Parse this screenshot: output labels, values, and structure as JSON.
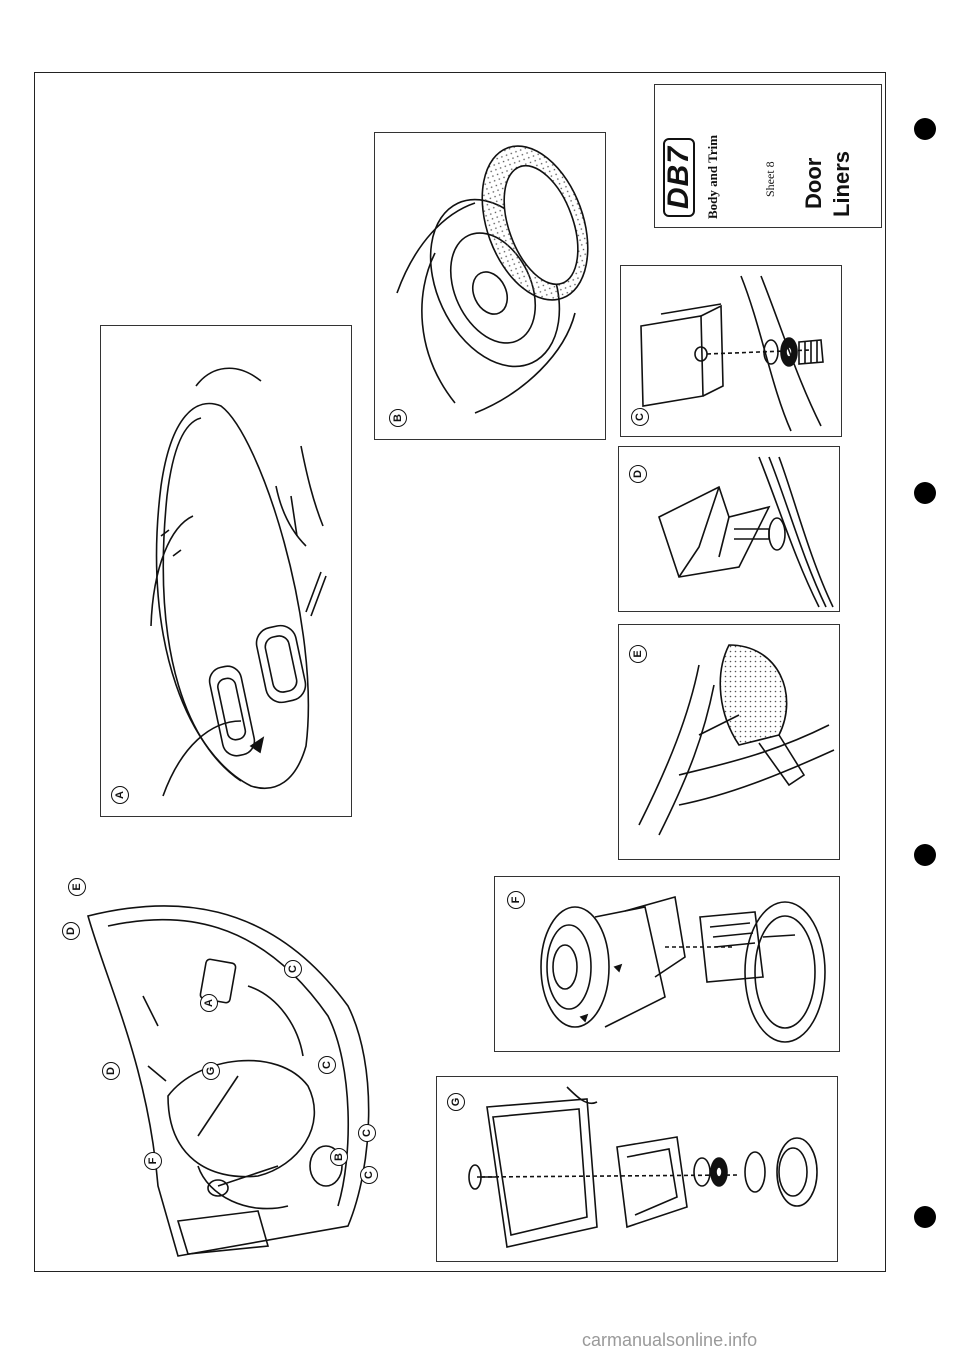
{
  "title_block": {
    "logo_text": "DB7",
    "section": "Body and Trim",
    "sheet": "Sheet 8",
    "title_line1": "Door",
    "title_line2": "Liners"
  },
  "detail_labels": {
    "A": "A",
    "B": "B",
    "C": "C",
    "D": "D",
    "E": "E",
    "F": "F",
    "G": "G"
  },
  "overview_callouts": [
    "E",
    "D",
    "A",
    "C",
    "C",
    "C",
    "D",
    "G",
    "F",
    "B",
    "C"
  ],
  "watermark": "carmanualsonline.info",
  "colors": {
    "ink": "#111111",
    "paper": "#ffffff",
    "stipple": "#555555",
    "watermark": "#9a9a9a"
  }
}
